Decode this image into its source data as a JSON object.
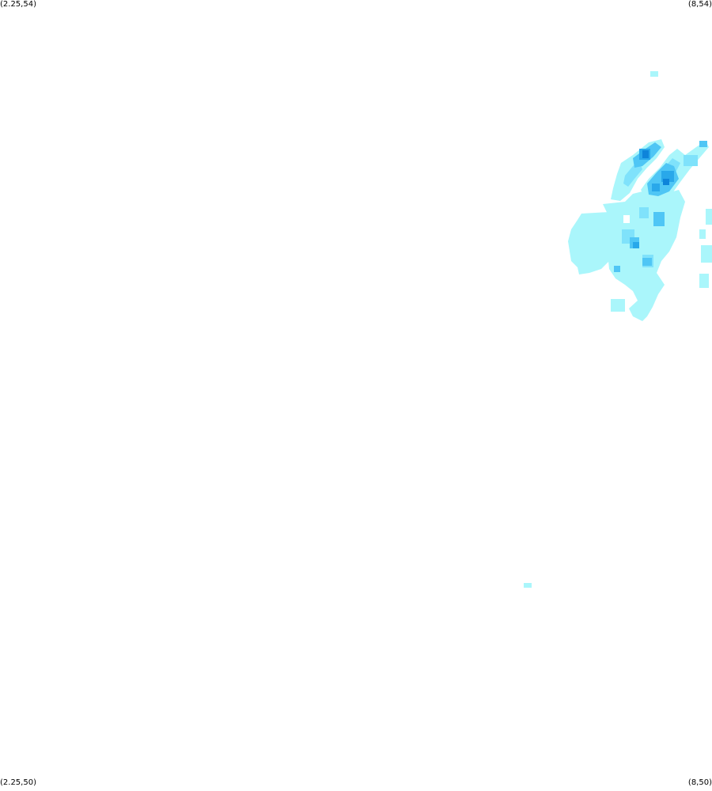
{
  "corners": {
    "top_left": "(2.25,54)",
    "top_right": "(8,54)",
    "bottom_left": "(2.25,50)",
    "bottom_right": "(8,50)"
  },
  "bounds": {
    "lon_min": 2.25,
    "lon_max": 8,
    "lat_min": 50,
    "lat_max": 54
  },
  "palette": {
    "background": "#ffffff",
    "level_1": "#aaf6fb",
    "level_2": "#7fe2fb",
    "level_3": "#4fc6f5",
    "level_4": "#29a8ea",
    "level_5": "#0e84da"
  }
}
